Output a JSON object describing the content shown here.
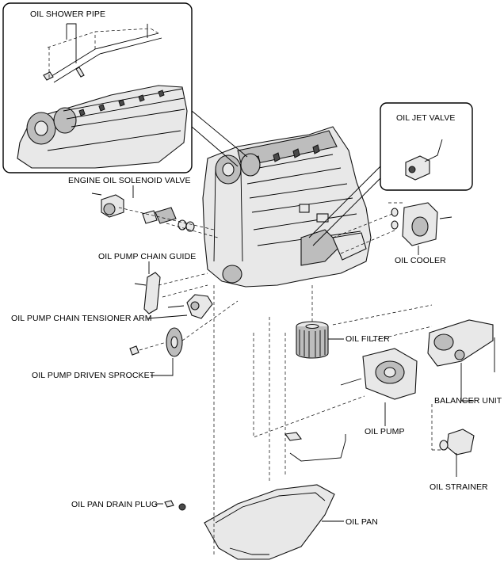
{
  "labels": {
    "oil_shower_pipe": "OIL SHOWER PIPE",
    "oil_jet_valve": "OIL JET VALVE",
    "engine_oil_solenoid_valve": "ENGINE OIL SOLENOID VALVE",
    "oil_cooler": "OIL COOLER",
    "oil_pump_chain_guide": "OIL PUMP CHAIN GUIDE",
    "oil_pump_chain_tensioner_arm": "OIL PUMP CHAIN TENSIONER ARM",
    "oil_filter": "OIL FILTER",
    "oil_pump_driven_sprocket": "OIL PUMP DRIVEN SPROCKET",
    "balancer_unit": "BALANCER UNIT",
    "oil_pump": "OIL PUMP",
    "oil_strainer": "OIL STRAINER",
    "oil_pan_drain_plug": "OIL PAN DRAIN PLUG",
    "oil_pan": "OIL PAN"
  }
}
